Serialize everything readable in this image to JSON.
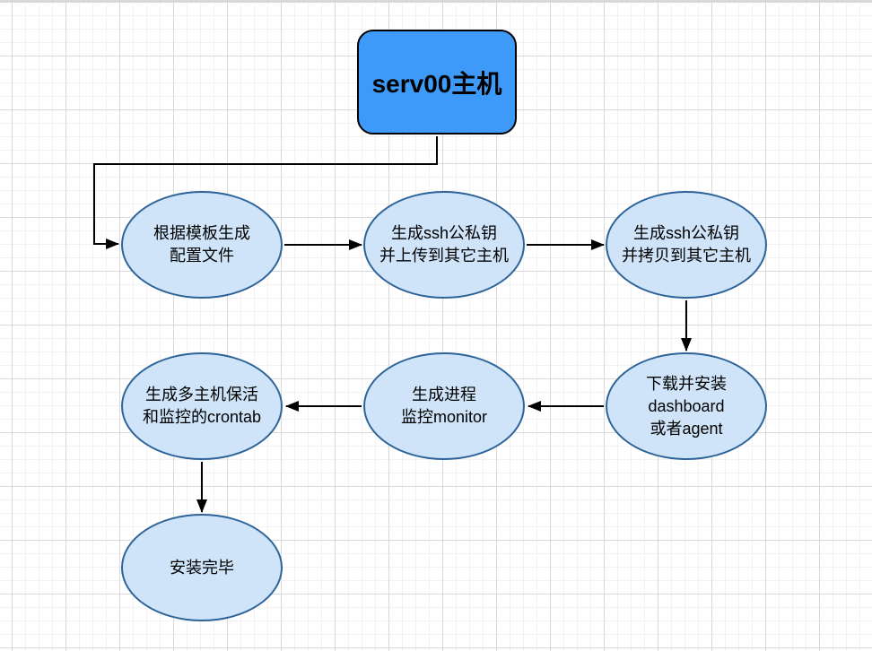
{
  "diagram": {
    "type": "flowchart",
    "nodes": {
      "root": {
        "label": "serv00主机",
        "shape": "rounded-rectangle"
      },
      "step1": {
        "label": "根据模板生成\n配置文件",
        "shape": "ellipse"
      },
      "step2": {
        "label": "生成ssh公私钥\n并上传到其它主机",
        "shape": "ellipse"
      },
      "step3": {
        "label": "生成ssh公私钥\n并拷贝到其它主机",
        "shape": "ellipse"
      },
      "step4": {
        "label": "下载并安装\ndashboard\n或者agent",
        "shape": "ellipse"
      },
      "step5": {
        "label": "生成进程\n监控monitor",
        "shape": "ellipse"
      },
      "step6": {
        "label": "生成多主机保活\n和监控的crontab",
        "shape": "ellipse"
      },
      "step7": {
        "label": "安装完毕",
        "shape": "ellipse"
      }
    },
    "edges": [
      {
        "from": "root",
        "to": "step1"
      },
      {
        "from": "step1",
        "to": "step2"
      },
      {
        "from": "step2",
        "to": "step3"
      },
      {
        "from": "step3",
        "to": "step4"
      },
      {
        "from": "step4",
        "to": "step5"
      },
      {
        "from": "step5",
        "to": "step6"
      },
      {
        "from": "step6",
        "to": "step7"
      }
    ]
  },
  "colors": {
    "background": "#ffffff",
    "grid_minor": "#f2f2f2",
    "grid_major": "#d9d9d9",
    "edge_strip": "#d8d8d8",
    "root_fill": "#3e9af9",
    "root_border": "#000000",
    "ellipse_fill": "#cfe4f8",
    "ellipse_border": "#2d6398",
    "connector": "#000000",
    "label_color": "#000000"
  }
}
